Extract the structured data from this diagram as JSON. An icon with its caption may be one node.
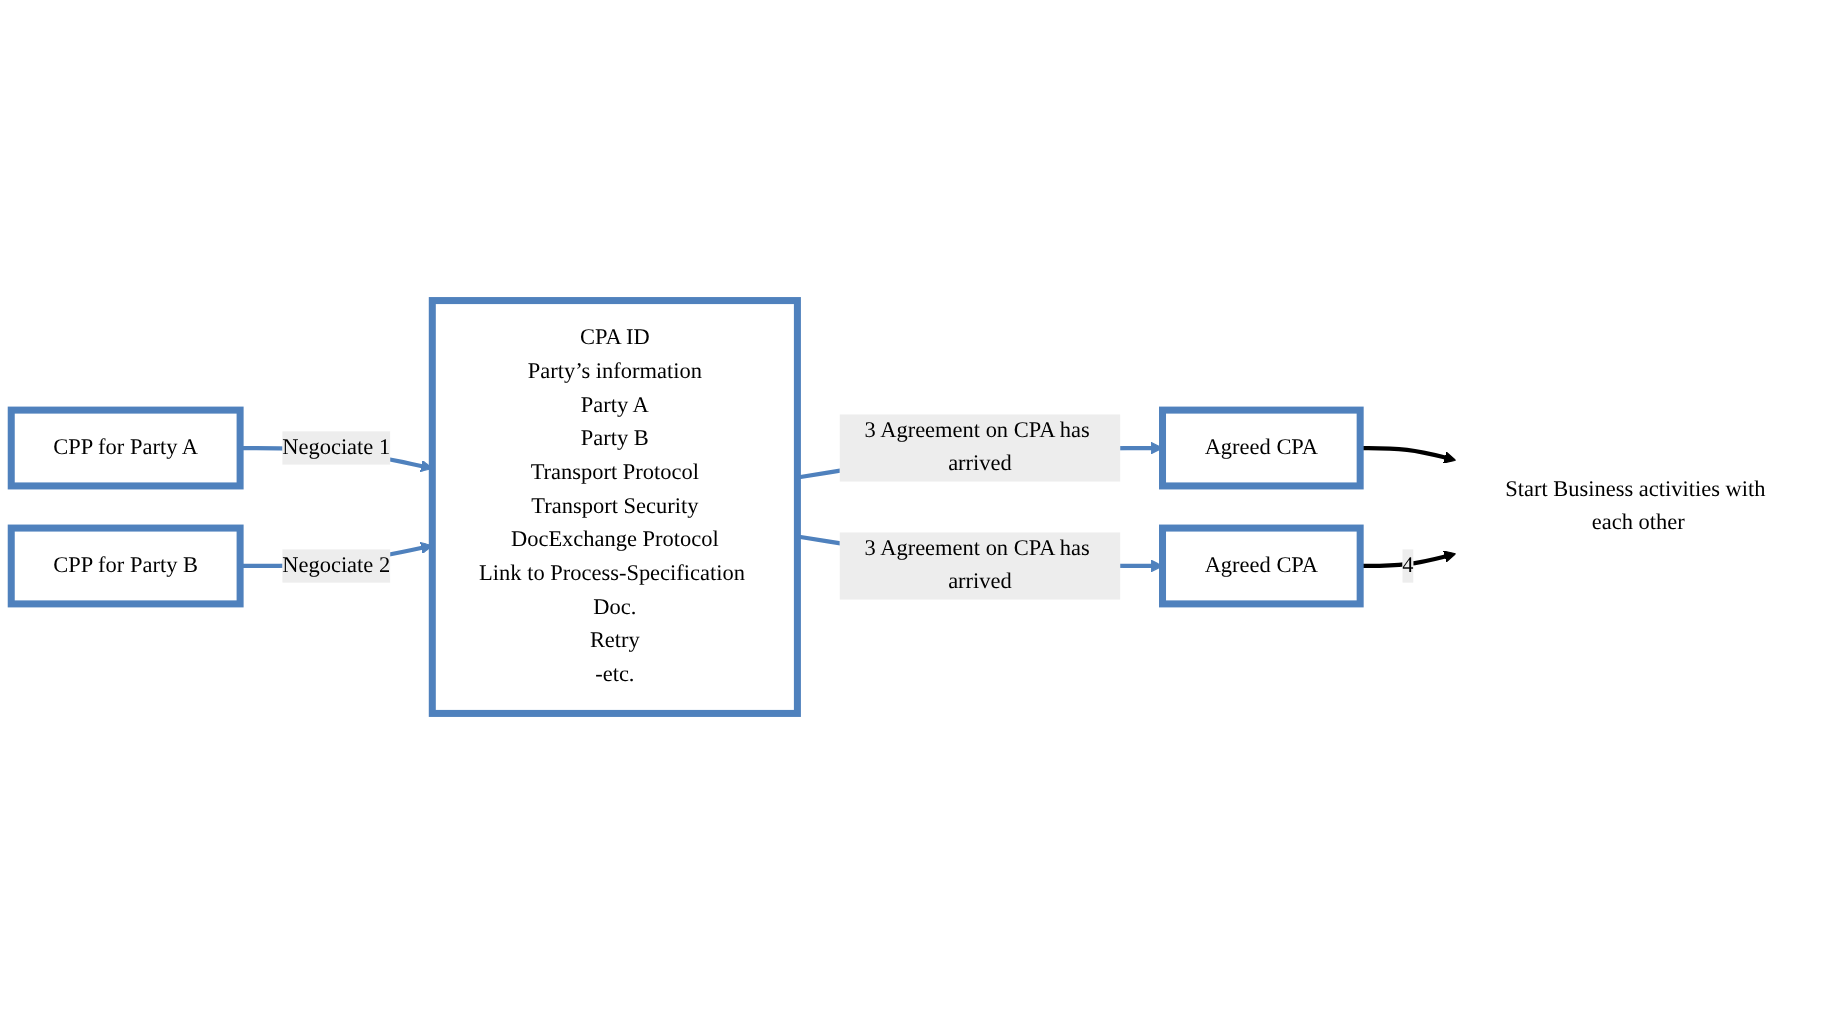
{
  "diagram": {
    "nodes": [
      {
        "text": [
          "CPP for Party A"
        ]
      },
      {
        "text": [
          "CPA ID",
          "Party’s information",
          "Party A",
          "Party B",
          "Transport Protocol",
          "Transport Security",
          "DocExchange Protocol",
          "Link to Process-Specification Doc.",
          "Retry",
          "-etc."
        ]
      },
      {
        "text": [
          "CPP for Party B"
        ]
      },
      {
        "text": [
          "Agreed CPA"
        ]
      },
      {
        "text": [
          "Agreed CPA"
        ]
      },
      {
        "text": [
          "Start Business activities with each other"
        ]
      }
    ],
    "edges": [
      {
        "from": 0,
        "to": 1,
        "arrow": "to",
        "label": "Negociate 1"
      },
      {
        "from": 2,
        "to": 1,
        "arrow": "to",
        "label": "Negociate 2"
      },
      {
        "from": 1,
        "to": 3,
        "arrow": "to",
        "label": "3 Agreement on CPA has arrived"
      },
      {
        "from": 1,
        "to": 4,
        "arrow": "to",
        "label": "3 Agreement on CPA has arrived"
      },
      {
        "from": 3,
        "to": 5,
        "arrow": "to",
        "color": "#000000"
      },
      {
        "from": 4,
        "to": 5,
        "arrow": "to",
        "label": "4",
        "color": "#000000"
      }
    ]
  }
}
